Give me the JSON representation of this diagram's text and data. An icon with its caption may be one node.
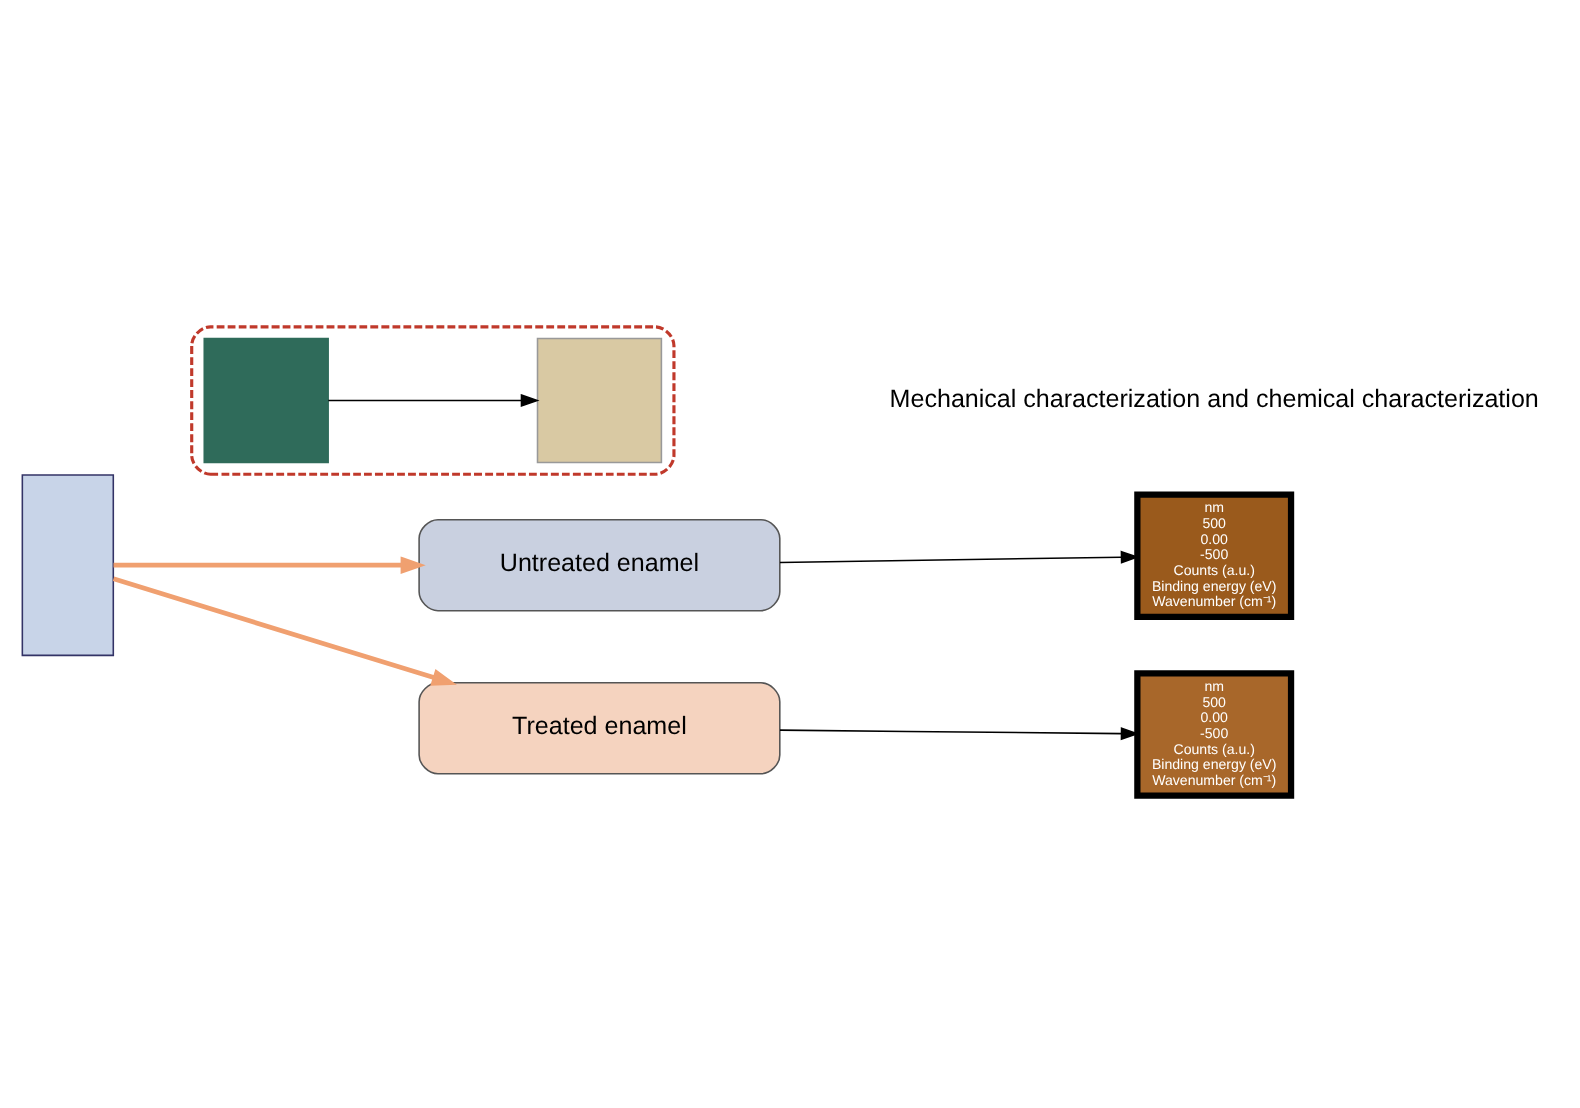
{
  "diagram": {
    "nodes": [
      {
        "text": [],
        "shape": "box"
      },
      {
        "text": [
          "Untreated enamel"
        ]
      },
      {
        "text": [
          "Treated enamel"
        ]
      },
      {
        "text": [],
        "shape": "box"
      },
      {
        "text": [],
        "shape": "box",
        "in": 3
      },
      {
        "text": [],
        "shape": "box",
        "in": 3
      },
      {
        "text": [
          "nm",
          "500",
          "0.00",
          "-500",
          "Counts (a.u.)",
          "Binding energy (eV)",
          "Wavenumber (cm⁻¹)"
        ]
      },
      {
        "text": [
          "nm",
          "500",
          "0.00",
          "-500",
          "Counts (a.u.)",
          "Binding energy (eV)",
          "Wavenumber (cm⁻¹)"
        ]
      }
    ],
    "edges": [
      {
        "from": 0,
        "to": 1,
        "arrow": "to",
        "color": "#f0a070",
        "style": "thick"
      },
      {
        "from": 0,
        "to": 2,
        "arrow": "to",
        "color": "#f0a070",
        "style": "thick"
      },
      {
        "from": 4,
        "to": 5,
        "arrow": "to"
      },
      {
        "from": 1,
        "to": 6,
        "arrow": "to"
      },
      {
        "from": 2,
        "to": 7,
        "arrow": "to"
      }
    ],
    "labels": [
      "Mechanical characterization and chemical characterization"
    ]
  }
}
